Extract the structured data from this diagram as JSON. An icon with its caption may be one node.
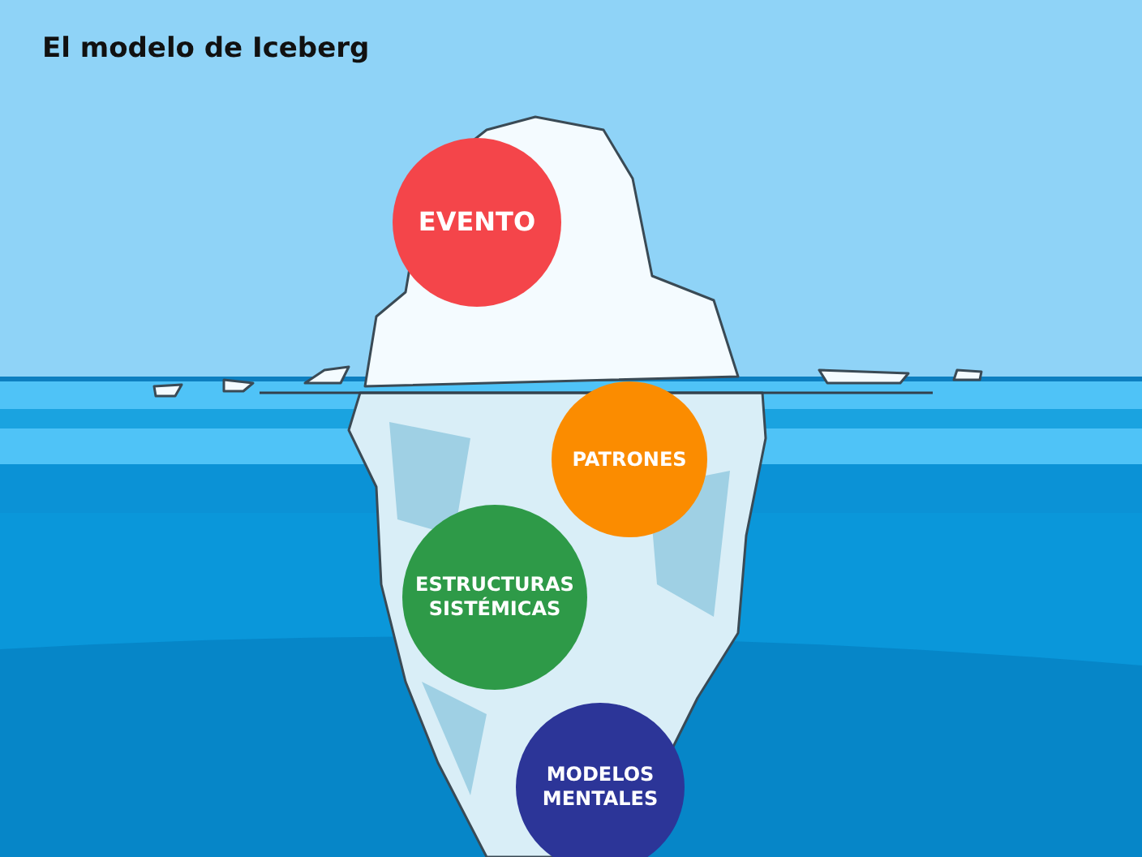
{
  "diagram": {
    "title": "El modelo de Iceberg",
    "nodes": [
      {
        "text": [
          "EVENTO"
        ]
      },
      {
        "text": [
          "PATRONES"
        ]
      },
      {
        "text": [
          "ESTRUCTURAS SISTÉMICAS"
        ]
      },
      {
        "text": [
          "MODELOS MENTALES"
        ]
      }
    ]
  }
}
